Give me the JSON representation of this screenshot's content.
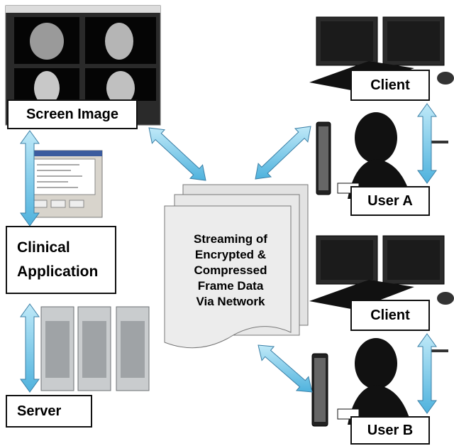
{
  "labels": {
    "screen_image": "Screen Image",
    "clinical_line1": "Clinical",
    "clinical_line2": "Application",
    "server": "Server",
    "client_top": "Client",
    "user_a": "User A",
    "client_mid": "Client",
    "user_b": "User B"
  },
  "stream": {
    "lines": [
      "Streaming of",
      "Encrypted &",
      "Compressed",
      "Frame Data",
      "Via Network"
    ]
  },
  "colors": {
    "arrow_fill": "#7fd0ec",
    "arrow_stroke": "#3b7fa6",
    "doc_fill": "#ececec",
    "monitor_screen": "#1b1b1b"
  },
  "icons": {
    "screen_image": "ct-scan-viewer-screenshot",
    "clinical_app": "dialog-window-icon",
    "servers": "server-tower-icon",
    "clients": "workstation-monitors-icon",
    "handheld": "tablet-device-icon",
    "users": "person-silhouette-icon"
  }
}
